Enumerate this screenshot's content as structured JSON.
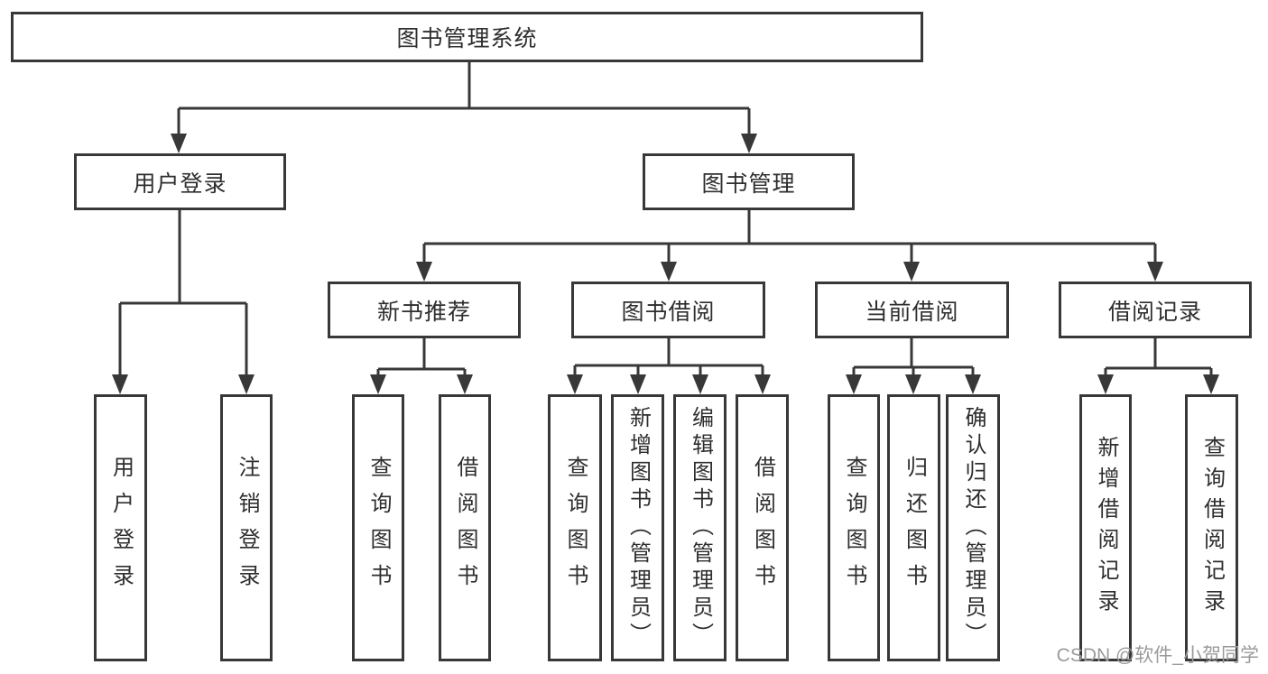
{
  "tree": {
    "root": "图书管理系统",
    "user_login": {
      "label": "用户登录",
      "children": [
        "用户登录",
        "注销登录"
      ]
    },
    "book_management": {
      "label": "图书管理"
    },
    "new_book_recommend": {
      "label": "新书推荐",
      "children": [
        "查询图书",
        "借阅图书"
      ]
    },
    "book_borrow": {
      "label": "图书借阅",
      "children": [
        "查询图书",
        "新增图书（管理员）",
        "编辑图书（管理员）",
        "借阅图书"
      ]
    },
    "current_borrow": {
      "label": "当前借阅",
      "children": [
        "查询图书",
        "归还图书",
        "确认归还（管理员）"
      ]
    },
    "borrow_record": {
      "label": "借阅记录",
      "children": [
        "新增借阅记录",
        "查询借阅记录"
      ]
    }
  },
  "watermark": "CSDN @软件_小贺同学",
  "colors": {
    "line": "#383838",
    "text": "#2e2e2e",
    "background": "#ffffff",
    "watermark": "#9b9b9b"
  }
}
